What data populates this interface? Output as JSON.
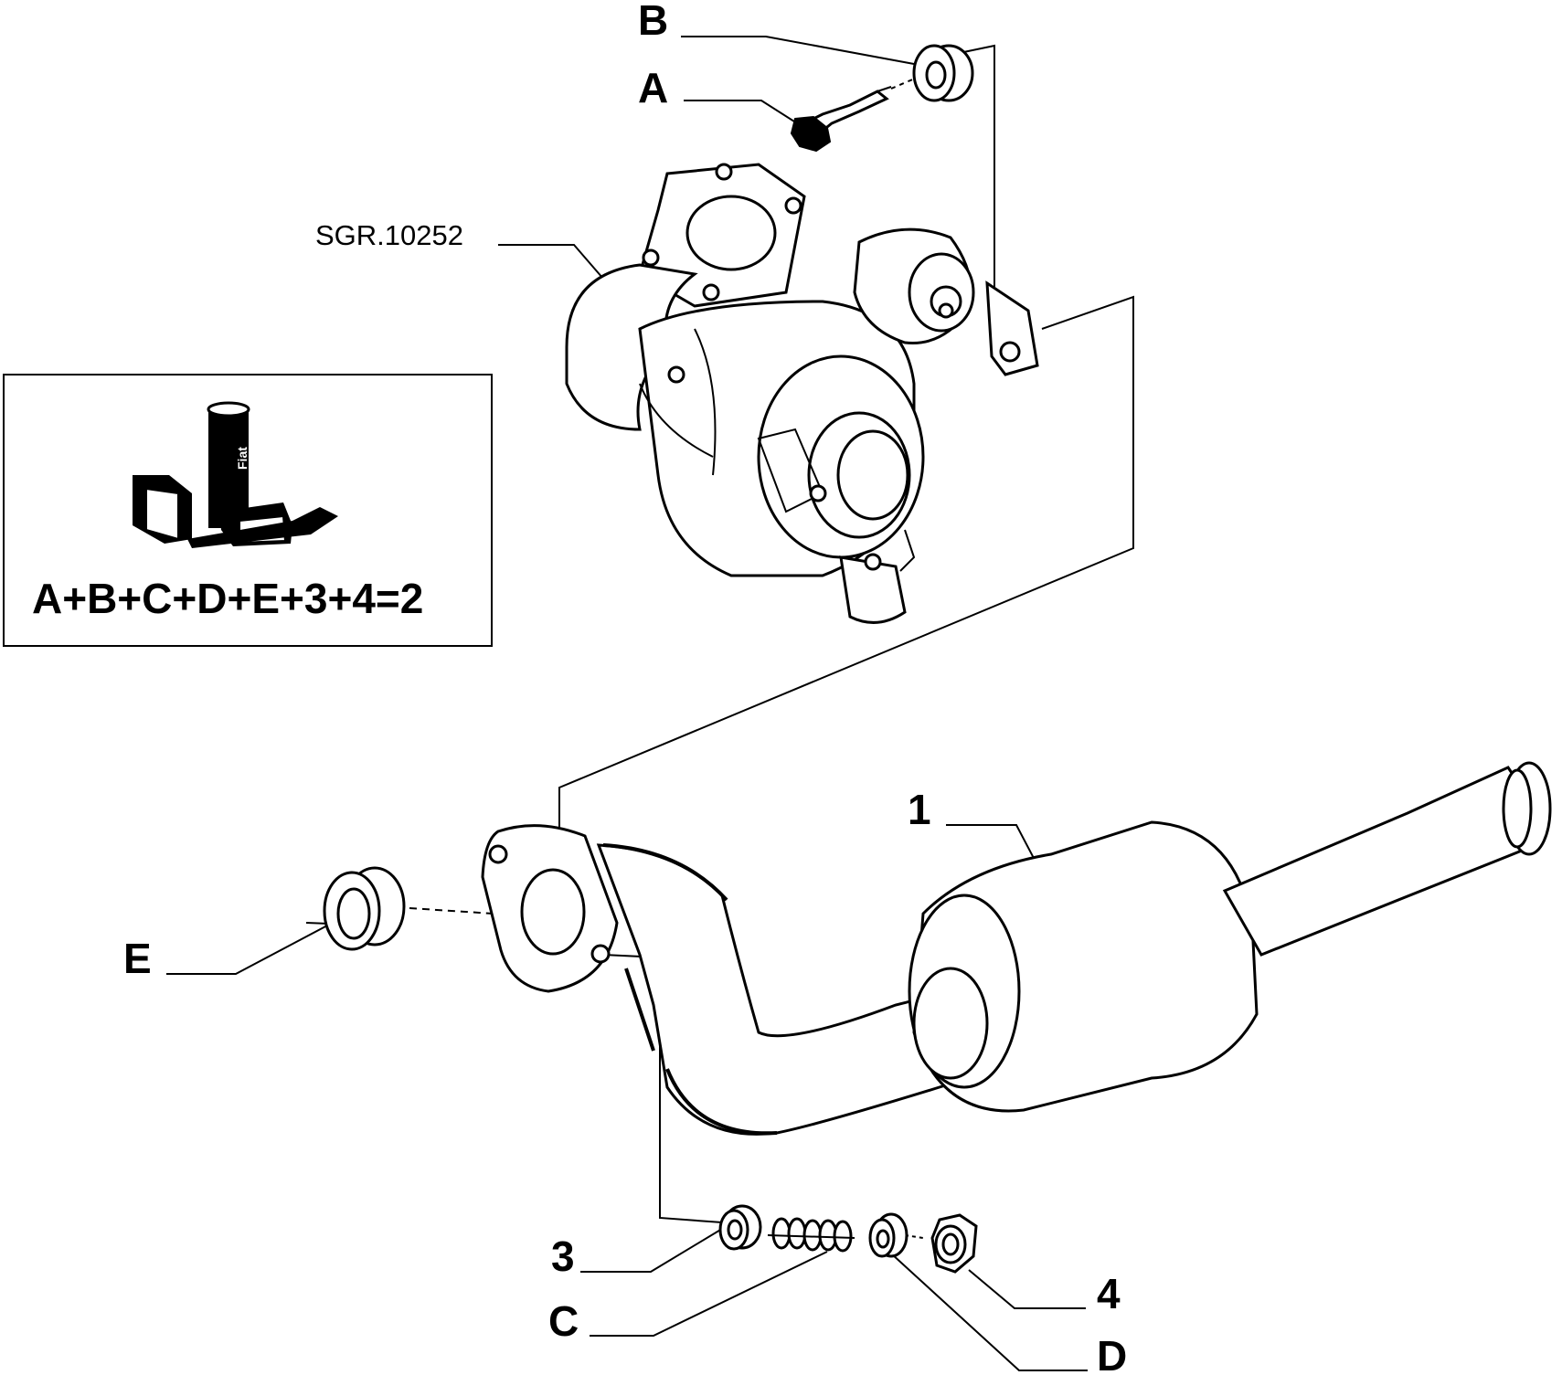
{
  "callouts": {
    "A": "A",
    "B": "B",
    "C": "C",
    "D": "D",
    "E": "E",
    "p1": "1",
    "p3": "3",
    "p4": "4",
    "ref": "SGR.10252"
  },
  "kit_box": {
    "formula": "A+B+C+D+E+3+4=2",
    "icon": "fiat-kit-boxes-icon",
    "brand_text": "Fiat"
  }
}
